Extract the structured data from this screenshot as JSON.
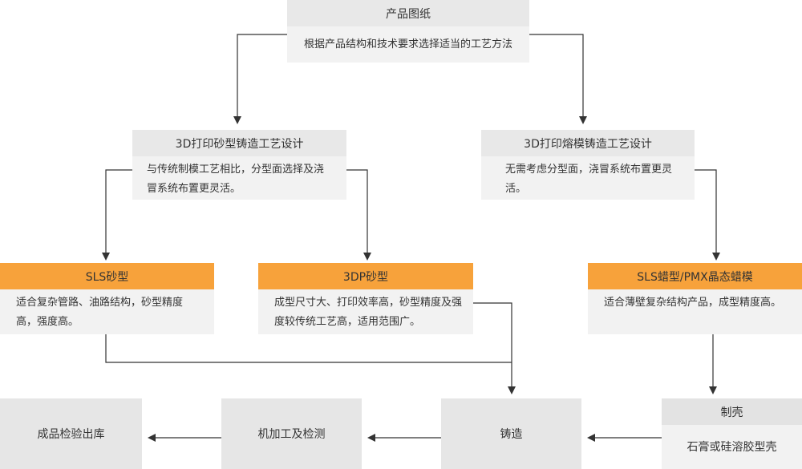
{
  "nodes": {
    "drawings": {
      "title": "产品图纸",
      "desc": "根据产品结构和技术要求选择适当的工艺方法"
    },
    "sand_design": {
      "title": "3D打印砂型铸造工艺设计",
      "desc": "与传统制模工艺相比，分型面选择及浇冒系统布置更灵活。"
    },
    "invest_design": {
      "title": "3D打印熔模铸造工艺设计",
      "desc": "无需考虑分型面，浇冒系统布置更灵活。"
    },
    "sls_sand": {
      "title": "SLS砂型",
      "desc": "适合复杂管路、油路结构，砂型精度高，强度高。"
    },
    "dp_sand": {
      "title": "3DP砂型",
      "desc": "成型尺寸大、打印效率高，砂型精度及强度较传统工艺高，适用范围广。"
    },
    "sls_wax": {
      "title": "SLS蜡型/PMX晶态蜡模",
      "desc": "适合薄壁复杂结构产品，成型精度高。"
    },
    "shell": {
      "title": "制壳",
      "desc": "石膏或硅溶胶型壳"
    },
    "casting": {
      "title": "铸造"
    },
    "machining": {
      "title": "机加工及检测"
    },
    "finished": {
      "title": "成品检验出库"
    }
  },
  "colors": {
    "accent": "#f7a23b",
    "header_gray": "#e8e8e8",
    "body_gray": "#f2f2f2",
    "line": "#333333"
  }
}
